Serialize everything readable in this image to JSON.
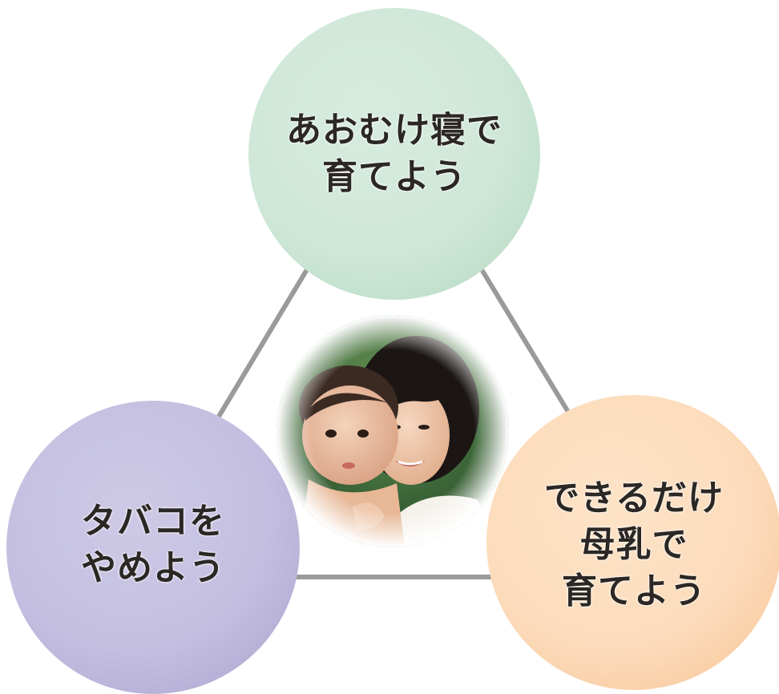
{
  "diagram": {
    "top_item": {
      "label": "あおむけ寝で\n育てよう",
      "color": "#cfe7d8"
    },
    "left_item": {
      "label": "タバコを\nやめよう",
      "color": "#c4bfe0"
    },
    "right_item": {
      "label": "できるだけ\n母乳で\n育てよう",
      "color": "#fcdcbc"
    },
    "connector_color": "#9a9a9a",
    "center_image": {
      "icon": "mother-and-baby-photo"
    }
  }
}
